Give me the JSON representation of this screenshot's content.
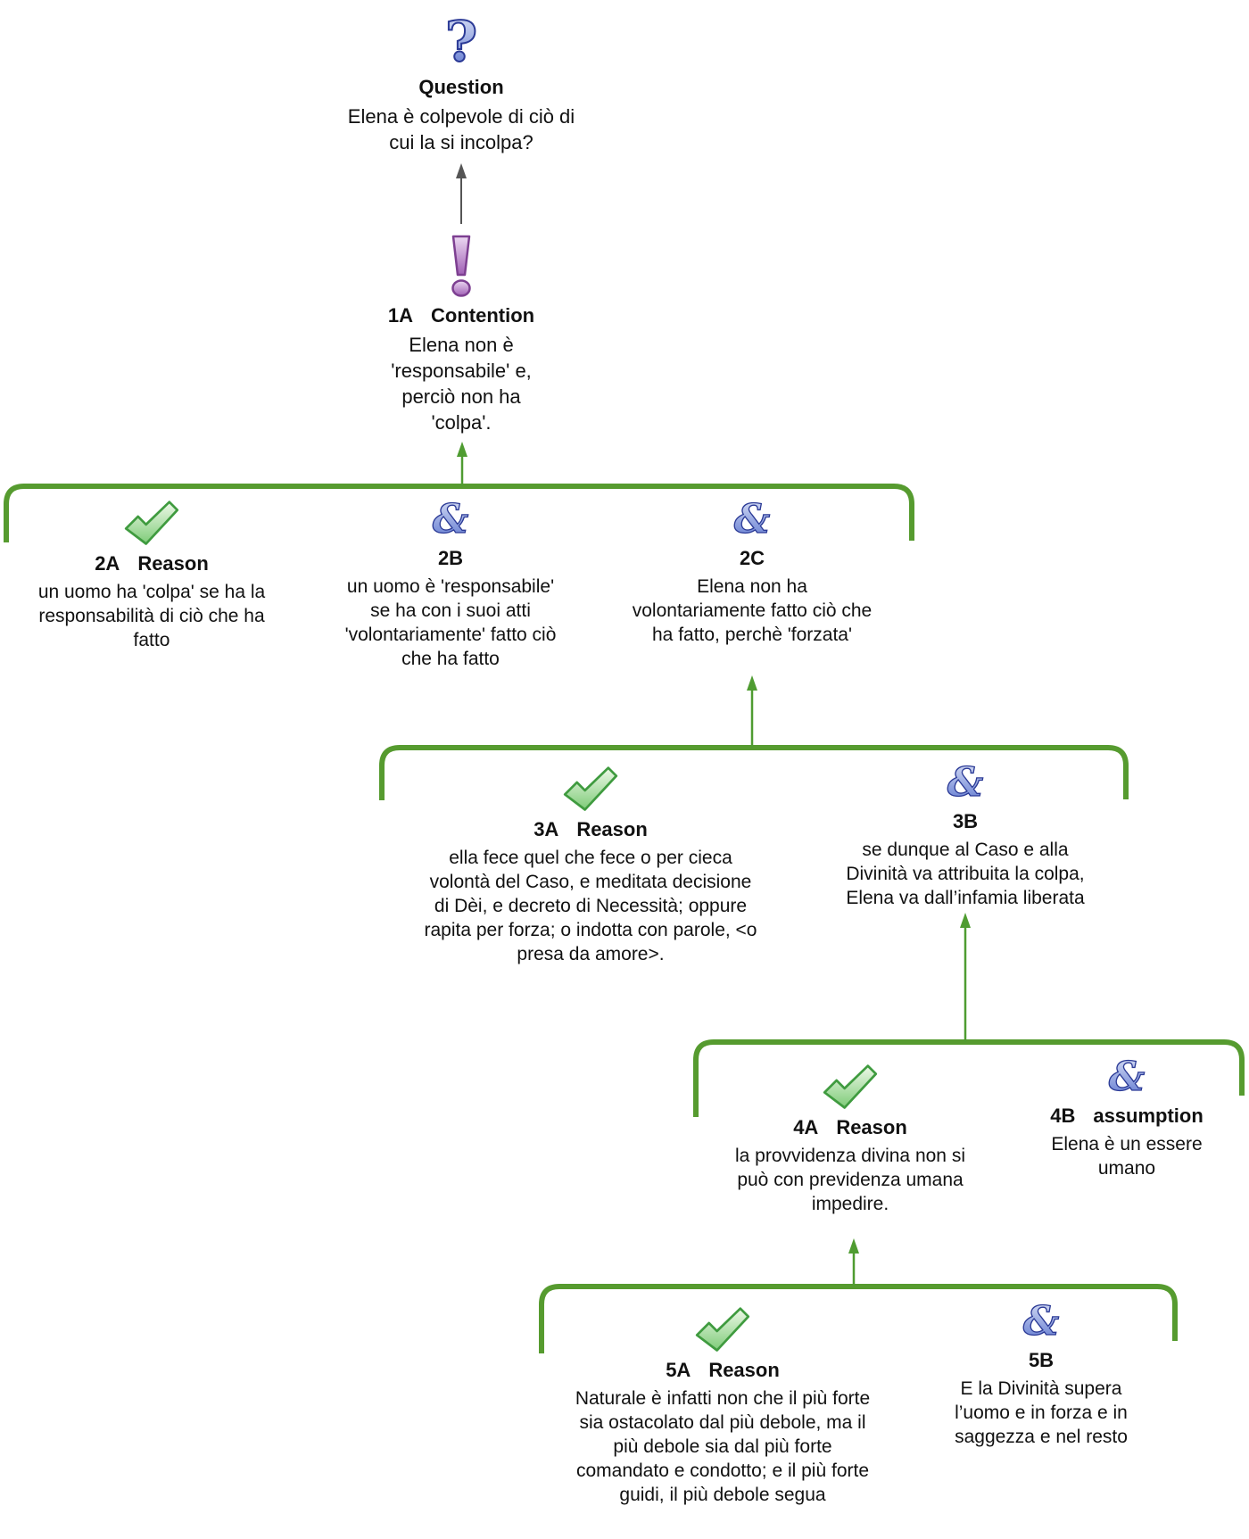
{
  "palette": {
    "bracket_green": "#569b2f",
    "arrow_green": "#4f9c31",
    "question_link_gray": "#555555",
    "reason_check_green": "#3f9b3f",
    "and_icon_blue": "#2b3a96",
    "contention_purple": "#7d3f91",
    "text_color": "#111111"
  },
  "question": {
    "icon": "question-mark-icon",
    "title": "Question",
    "text": "Elena è colpevole di ciò di\ncui la si incolpa?"
  },
  "contention": {
    "id": "1A",
    "role": "Contention",
    "icon": "exclamation-mark-icon",
    "text": "Elena non è\n'responsabile' e,\nperciò non ha\n'colpa'."
  },
  "nodes": {
    "n2a": {
      "id": "2A",
      "role": "Reason",
      "icon": "check-icon",
      "text": "un uomo ha 'colpa' se ha la\nresponsabilità di ciò che ha\nfatto"
    },
    "n2b": {
      "id": "2B",
      "role": "",
      "icon": "ampersand-icon",
      "text": "un uomo è 'responsabile'\nse ha con i suoi atti\n'volontariamente' fatto ciò\nche ha fatto"
    },
    "n2c": {
      "id": "2C",
      "role": "",
      "icon": "ampersand-icon",
      "text": "Elena non ha\nvolontariamente fatto ciò che\nha fatto, perchè 'forzata'"
    },
    "n3a": {
      "id": "3A",
      "role": "Reason",
      "icon": "check-icon",
      "text": "ella fece quel che fece o per cieca\nvolontà del Caso, e meditata decisione\ndi Dèi, e decreto di Necessità; oppure\nrapita per forza; o indotta con parole, <o\npresa da amore>."
    },
    "n3b": {
      "id": "3B",
      "role": "",
      "icon": "ampersand-icon",
      "text": "se dunque al Caso e alla\nDivinità va attribuita la colpa,\nElena va dall’infamia liberata"
    },
    "n4a": {
      "id": "4A",
      "role": "Reason",
      "icon": "check-icon",
      "text": "la provvidenza divina non si\npuò con previdenza umana\nimpedire."
    },
    "n4b": {
      "id": "4B",
      "role": "assumption",
      "icon": "ampersand-icon",
      "text": "Elena è un essere\numano"
    },
    "n5a": {
      "id": "5A",
      "role": "Reason",
      "icon": "check-icon",
      "text": "Naturale è infatti non che il più forte\nsia ostacolato dal più debole, ma il\npiù debole sia dal più forte\ncomandato e condotto; e il più forte\nguidi, il più debole segua"
    },
    "n5b": {
      "id": "5B",
      "role": "",
      "icon": "ampersand-icon",
      "text": "E la Divinità supera\nl’uomo e in forza e in\nsaggezza e nel resto"
    }
  }
}
